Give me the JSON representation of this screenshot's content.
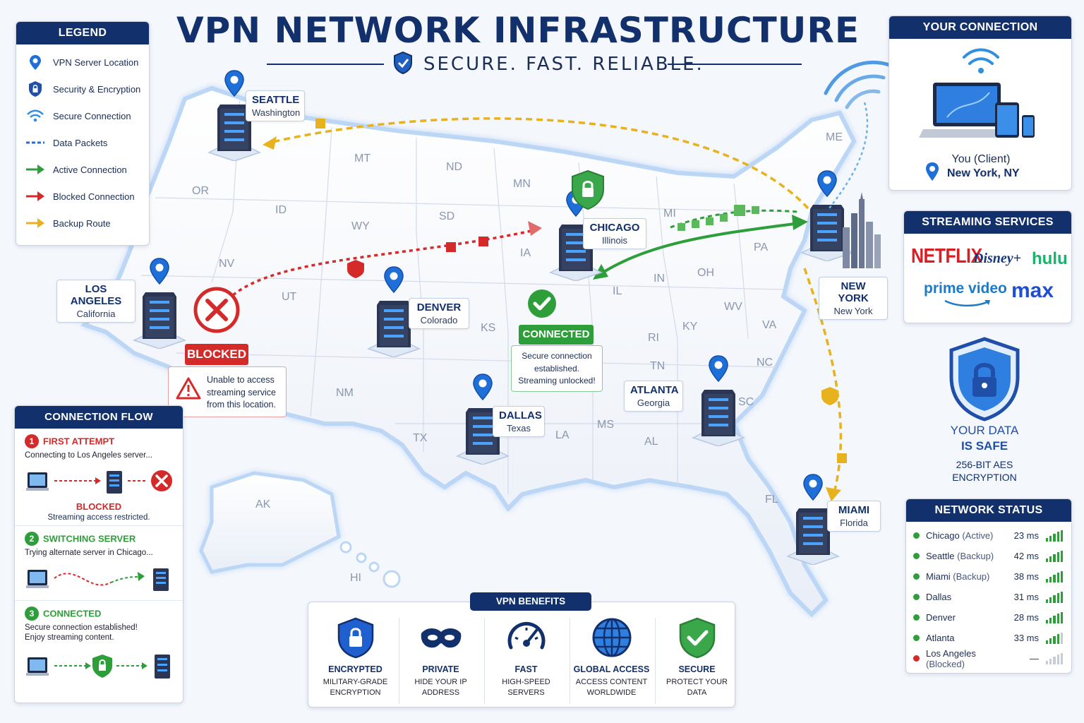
{
  "header": {
    "title": "VPN NETWORK INFRASTRUCTURE",
    "subtitle": "SECURE. FAST. RELIABLE."
  },
  "legend": {
    "title": "LEGEND",
    "items": [
      {
        "icon": "location-pin-icon",
        "label": "VPN Server Location"
      },
      {
        "icon": "shield-lock-icon",
        "label": "Security & Encryption"
      },
      {
        "icon": "wifi-icon",
        "label": "Secure Connection"
      },
      {
        "icon": "dashed-line-icon",
        "label": "Data Packets"
      },
      {
        "icon": "green-arrow-icon",
        "label": "Active Connection"
      },
      {
        "icon": "red-arrow-icon",
        "label": "Blocked Connection"
      },
      {
        "icon": "yellow-arrow-icon",
        "label": "Backup Route"
      }
    ]
  },
  "client": {
    "title": "YOUR CONNECTION",
    "label": "You (Client)",
    "location": "New York, NY"
  },
  "streaming": {
    "title": "STREAMING SERVICES",
    "services": [
      "NETFLIX",
      "Disney+",
      "hulu",
      "prime video",
      "max"
    ]
  },
  "security": {
    "line1": "YOUR DATA",
    "line2": "IS SAFE",
    "line3": "256-BIT AES",
    "line4": "ENCRYPTION"
  },
  "network_status": {
    "title": "NETWORK STATUS",
    "rows": [
      {
        "name": "Chicago",
        "tag": "(Active)",
        "ms": "23 ms",
        "status": "ok",
        "signal": 4
      },
      {
        "name": "Seattle",
        "tag": "(Backup)",
        "ms": "42 ms",
        "status": "ok",
        "signal": 4
      },
      {
        "name": "Miami",
        "tag": "(Backup)",
        "ms": "38 ms",
        "status": "ok",
        "signal": 4
      },
      {
        "name": "Dallas",
        "tag": "",
        "ms": "31 ms",
        "status": "ok",
        "signal": 4
      },
      {
        "name": "Denver",
        "tag": "",
        "ms": "28 ms",
        "status": "ok",
        "signal": 4
      },
      {
        "name": "Atlanta",
        "tag": "",
        "ms": "33 ms",
        "status": "ok",
        "signal": 3
      },
      {
        "name": "Los Angeles",
        "tag": "(Blocked)",
        "ms": "—",
        "status": "blocked",
        "signal": 0
      }
    ]
  },
  "connection_flow": {
    "title": "CONNECTION FLOW",
    "steps": [
      {
        "num": "1",
        "title": "FIRST ATTEMPT",
        "desc": "Connecting to Los Angeles server...",
        "result_title": "BLOCKED",
        "result_desc": "Streaming access restricted."
      },
      {
        "num": "2",
        "title": "SWITCHING SERVER",
        "desc": "Trying alternate server in Chicago..."
      },
      {
        "num": "3",
        "title": "CONNECTED",
        "desc": "Secure connection established!",
        "desc2": "Enjoy streaming content."
      }
    ]
  },
  "benefits": {
    "title": "VPN BENEFITS",
    "items": [
      {
        "title": "ENCRYPTED",
        "line1": "MILITARY-GRADE",
        "line2": "ENCRYPTION"
      },
      {
        "title": "PRIVATE",
        "line1": "HIDE YOUR IP",
        "line2": "ADDRESS"
      },
      {
        "title": "FAST",
        "line1": "HIGH-SPEED",
        "line2": "SERVERS"
      },
      {
        "title": "GLOBAL ACCESS",
        "line1": "ACCESS CONTENT",
        "line2": "WORLDWIDE"
      },
      {
        "title": "SECURE",
        "line1": "PROTECT YOUR",
        "line2": "DATA"
      }
    ]
  },
  "cities": {
    "seattle": {
      "name": "SEATTLE",
      "state": "Washington"
    },
    "chicago": {
      "name": "CHICAGO",
      "state": "Illinois"
    },
    "new_york": {
      "name": "NEW YORK",
      "state": "New York"
    },
    "los_angeles": {
      "name": "LOS ANGELES",
      "state": "California"
    },
    "denver": {
      "name": "DENVER",
      "state": "Colorado"
    },
    "dallas": {
      "name": "DALLAS",
      "state": "Texas"
    },
    "atlanta": {
      "name": "ATLANTA",
      "state": "Georgia"
    },
    "miami": {
      "name": "MIAMI",
      "state": "Florida"
    }
  },
  "states": [
    "MT",
    "ND",
    "MN",
    "OR",
    "ID",
    "SD",
    "WY",
    "NV",
    "UT",
    "KS",
    "NM",
    "TX",
    "IL",
    "IN",
    "OH",
    "PA",
    "MI",
    "KY",
    "WV",
    "VA",
    "TN",
    "NC",
    "SC",
    "AL",
    "MS",
    "LA",
    "FL",
    "AK",
    "HI",
    "ME",
    "IA",
    "RI"
  ],
  "blocked": {
    "badge": "BLOCKED",
    "message_line1": "Unable to access",
    "message_line2": "streaming service",
    "message_line3": "from this location."
  },
  "connected": {
    "badge": "CONNECTED",
    "message_line1": "Secure connection",
    "message_line2": "established.",
    "message_line3": "Streaming unlocked!"
  },
  "colors": {
    "navy": "#12306b",
    "active": "#2e9e3a",
    "blocked": "#d42a2a",
    "backup": "#e8b21e",
    "pin": "#1f6fd8"
  }
}
